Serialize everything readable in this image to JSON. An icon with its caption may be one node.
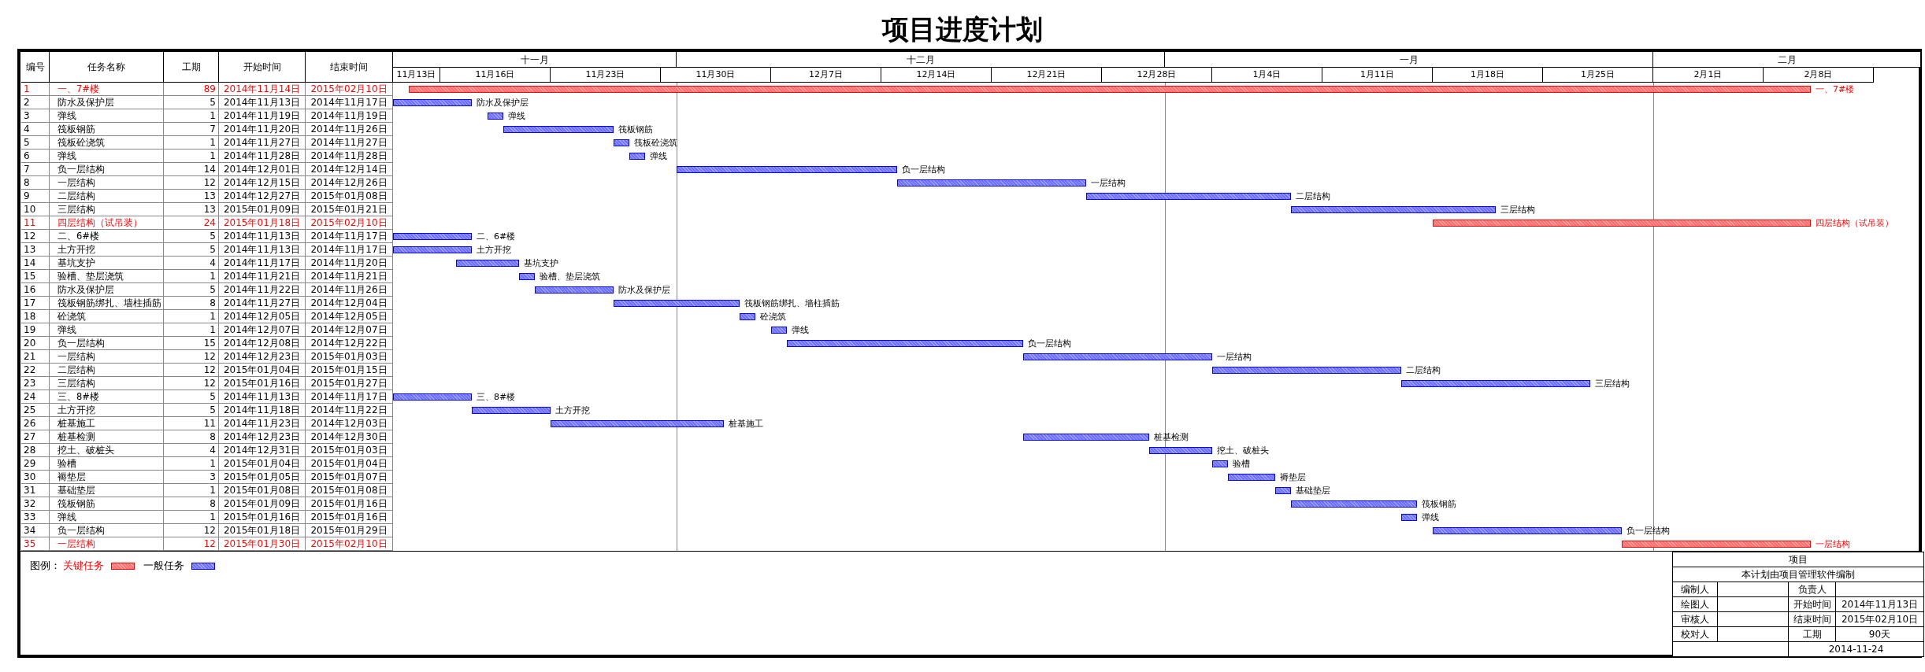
{
  "diagram": {
    "title": "项目进度计划",
    "nodes": [
      {
        "text": [],
        "shape": "bar",
        "beside": [
          "一、7#楼"
        ]
      },
      {
        "text": [],
        "shape": "bar",
        "beside": [
          "防水及保护层"
        ]
      },
      {
        "text": [],
        "shape": "bar",
        "beside": [
          "弹线"
        ]
      },
      {
        "text": [],
        "shape": "bar",
        "beside": [
          "筏板钢筋"
        ]
      },
      {
        "text": [],
        "shape": "bar",
        "beside": [
          "筏板砼浇筑"
        ]
      },
      {
        "text": [],
        "shape": "bar",
        "beside": [
          "弹线"
        ]
      },
      {
        "text": [],
        "shape": "bar",
        "beside": [
          "负一层结构"
        ]
      },
      {
        "text": [],
        "shape": "bar",
        "beside": [
          "一层结构"
        ]
      },
      {
        "text": [],
        "shape": "bar",
        "beside": [
          "二层结构"
        ]
      },
      {
        "text": [],
        "shape": "bar",
        "beside": [
          "三层结构"
        ]
      },
      {
        "text": [],
        "shape": "bar",
        "beside": [
          "四层结构（试吊装）"
        ]
      },
      {
        "text": [],
        "shape": "bar",
        "beside": [
          "二、6#楼"
        ]
      },
      {
        "text": [],
        "shape": "bar",
        "beside": [
          "土方开挖"
        ]
      },
      {
        "text": [],
        "shape": "bar",
        "beside": [
          "基坑支护"
        ]
      },
      {
        "text": [],
        "shape": "bar",
        "beside": [
          "验槽、垫层浇筑"
        ]
      },
      {
        "text": [],
        "shape": "bar",
        "beside": [
          "防水及保护层"
        ]
      },
      {
        "text": [],
        "shape": "bar",
        "beside": [
          "筏板钢筋绑扎、墙柱插筋"
        ]
      },
      {
        "text": [],
        "shape": "bar",
        "beside": [
          "砼浇筑"
        ]
      },
      {
        "text": [],
        "shape": "bar",
        "beside": [
          "弹线"
        ]
      },
      {
        "text": [],
        "shape": "bar",
        "beside": [
          "负一层结构"
        ]
      },
      {
        "text": [],
        "shape": "bar",
        "beside": [
          "一层结构"
        ]
      },
      {
        "text": [],
        "shape": "bar",
        "beside": [
          "二层结构"
        ]
      },
      {
        "text": [],
        "shape": "bar",
        "beside": [
          "三层结构"
        ]
      },
      {
        "text": [],
        "shape": "bar",
        "beside": [
          "三、8#楼"
        ]
      },
      {
        "text": [],
        "shape": "bar",
        "beside": [
          "土方开挖"
        ]
      },
      {
        "text": [],
        "shape": "bar",
        "beside": [
          "桩基施工"
        ]
      },
      {
        "text": [],
        "shape": "bar",
        "beside": [
          "桩基检测"
        ]
      },
      {
        "text": [],
        "shape": "bar",
        "beside": [
          "挖土、破桩头"
        ]
      },
      {
        "text": [],
        "shape": "bar",
        "beside": [
          "验槽"
        ]
      },
      {
        "text": [],
        "shape": "bar",
        "beside": [
          "褥垫层"
        ]
      },
      {
        "text": [],
        "shape": "bar",
        "beside": [
          "基础垫层"
        ]
      },
      {
        "text": [],
        "shape": "bar",
        "beside": [
          "筏板钢筋"
        ]
      },
      {
        "text": [],
        "shape": "bar",
        "beside": [
          "弹线"
        ]
      },
      {
        "text": [],
        "shape": "bar",
        "beside": [
          "负一层结构"
        ]
      },
      {
        "text": [],
        "shape": "bar",
        "beside": [
          "一层结构"
        ]
      }
    ],
    "labels": [
      "编号",
      "任务名称",
      "工期",
      "开始时间",
      "结束时间",
      "1",
      "一、7#楼",
      "89",
      "2014年11月14日",
      "2015年02月10日",
      "2",
      "防水及保护层",
      "5",
      "2014年11月13日",
      "2014年11月17日",
      "3",
      "弹线",
      "1",
      "2014年11月19日",
      "2014年11月19日",
      "4",
      "筏板钢筋",
      "7",
      "2014年11月20日",
      "2014年11月26日",
      "5",
      "筏板砼浇筑",
      "1",
      "2014年11月27日",
      "2014年11月27日",
      "6",
      "弹线",
      "1",
      "2014年11月28日",
      "2014年11月28日",
      "7",
      "负一层结构",
      "14",
      "2014年12月01日",
      "2014年12月14日",
      "8",
      "一层结构",
      "12",
      "2014年12月15日",
      "2014年12月26日",
      "9",
      "二层结构",
      "13",
      "2014年12月27日",
      "2015年01月08日",
      "10",
      "三层结构",
      "13",
      "2015年01月09日",
      "2015年01月21日",
      "11",
      "四层结构（试吊装）",
      "24",
      "2015年01月18日",
      "2015年02月10日",
      "12",
      "二、6#楼",
      "5",
      "2014年11月13日",
      "2014年11月17日",
      "13",
      "土方开挖",
      "5",
      "2014年11月13日",
      "2014年11月17日",
      "14",
      "基坑支护",
      "4",
      "2014年11月17日",
      "2014年11月20日",
      "15",
      "验槽、垫层浇筑",
      "1",
      "2014年11月21日",
      "2014年11月21日",
      "16",
      "防水及保护层",
      "5",
      "2014年11月22日",
      "2014年11月26日",
      "17",
      "筏板钢筋绑扎、墙柱插筋",
      "8",
      "2014年11月27日",
      "2014年12月04日",
      "18",
      "砼浇筑",
      "1",
      "2014年12月05日",
      "2014年12月05日",
      "19",
      "弹线",
      "1",
      "2014年12月07日",
      "2014年12月07日",
      "20",
      "负一层结构",
      "15",
      "2014年12月08日",
      "2014年12月22日",
      "21",
      "一层结构",
      "12",
      "2014年12月23日",
      "2015年01月03日",
      "22",
      "二层结构",
      "12",
      "2015年01月04日",
      "2015年01月15日",
      "23",
      "三层结构",
      "12",
      "2015年01月16日",
      "2015年01月27日",
      "24",
      "三、8#楼",
      "5",
      "2014年11月13日",
      "2014年11月17日",
      "25",
      "土方开挖",
      "5",
      "2014年11月18日",
      "2014年11月22日",
      "26",
      "桩基施工",
      "11",
      "2014年11月23日",
      "2014年12月03日",
      "27",
      "桩基检测",
      "8",
      "2014年12月23日",
      "2014年12月30日",
      "28",
      "挖土、破桩头",
      "4",
      "2014年12月31日",
      "2015年01月03日",
      "29",
      "验槽",
      "1",
      "2015年01月04日",
      "2015年01月04日",
      "30",
      "褥垫层",
      "3",
      "2015年01月05日",
      "2015年01月07日",
      "31",
      "基础垫层",
      "1",
      "2015年01月08日",
      "2015年01月08日",
      "32",
      "筏板钢筋",
      "8",
      "2015年01月09日",
      "2015年01月16日",
      "33",
      "弹线",
      "1",
      "2015年01月16日",
      "2015年01月16日",
      "34",
      "负一层结构",
      "12",
      "2015年01月18日",
      "2015年01月29日",
      "35",
      "一层结构",
      "12",
      "2015年01月30日",
      "2015年02月10日",
      "十一月",
      "十二月",
      "一月",
      "二月",
      "11月13日",
      "11月16日",
      "11月23日",
      "11月30日",
      "12月7日",
      "12月14日",
      "12月21日",
      "12月28日",
      "1月4日",
      "1月11日",
      "1月18日",
      "1月25日",
      "2月1日",
      "2月8日",
      "图例：",
      "项目",
      "本计划由项目管理软件编制",
      "编制人",
      "负责人",
      "绘图人",
      "开始时间",
      "2014年11月13日",
      "审核人",
      "结束时间",
      "2015年02月10日",
      "校对人",
      "工期",
      "90天",
      "2014-11-24"
    ],
    "legend": [
      {
        "text": "关键任务",
        "color": "#ff7070"
      },
      {
        "text": "一般任务",
        "color": "#7070ff"
      }
    ]
  }
}
